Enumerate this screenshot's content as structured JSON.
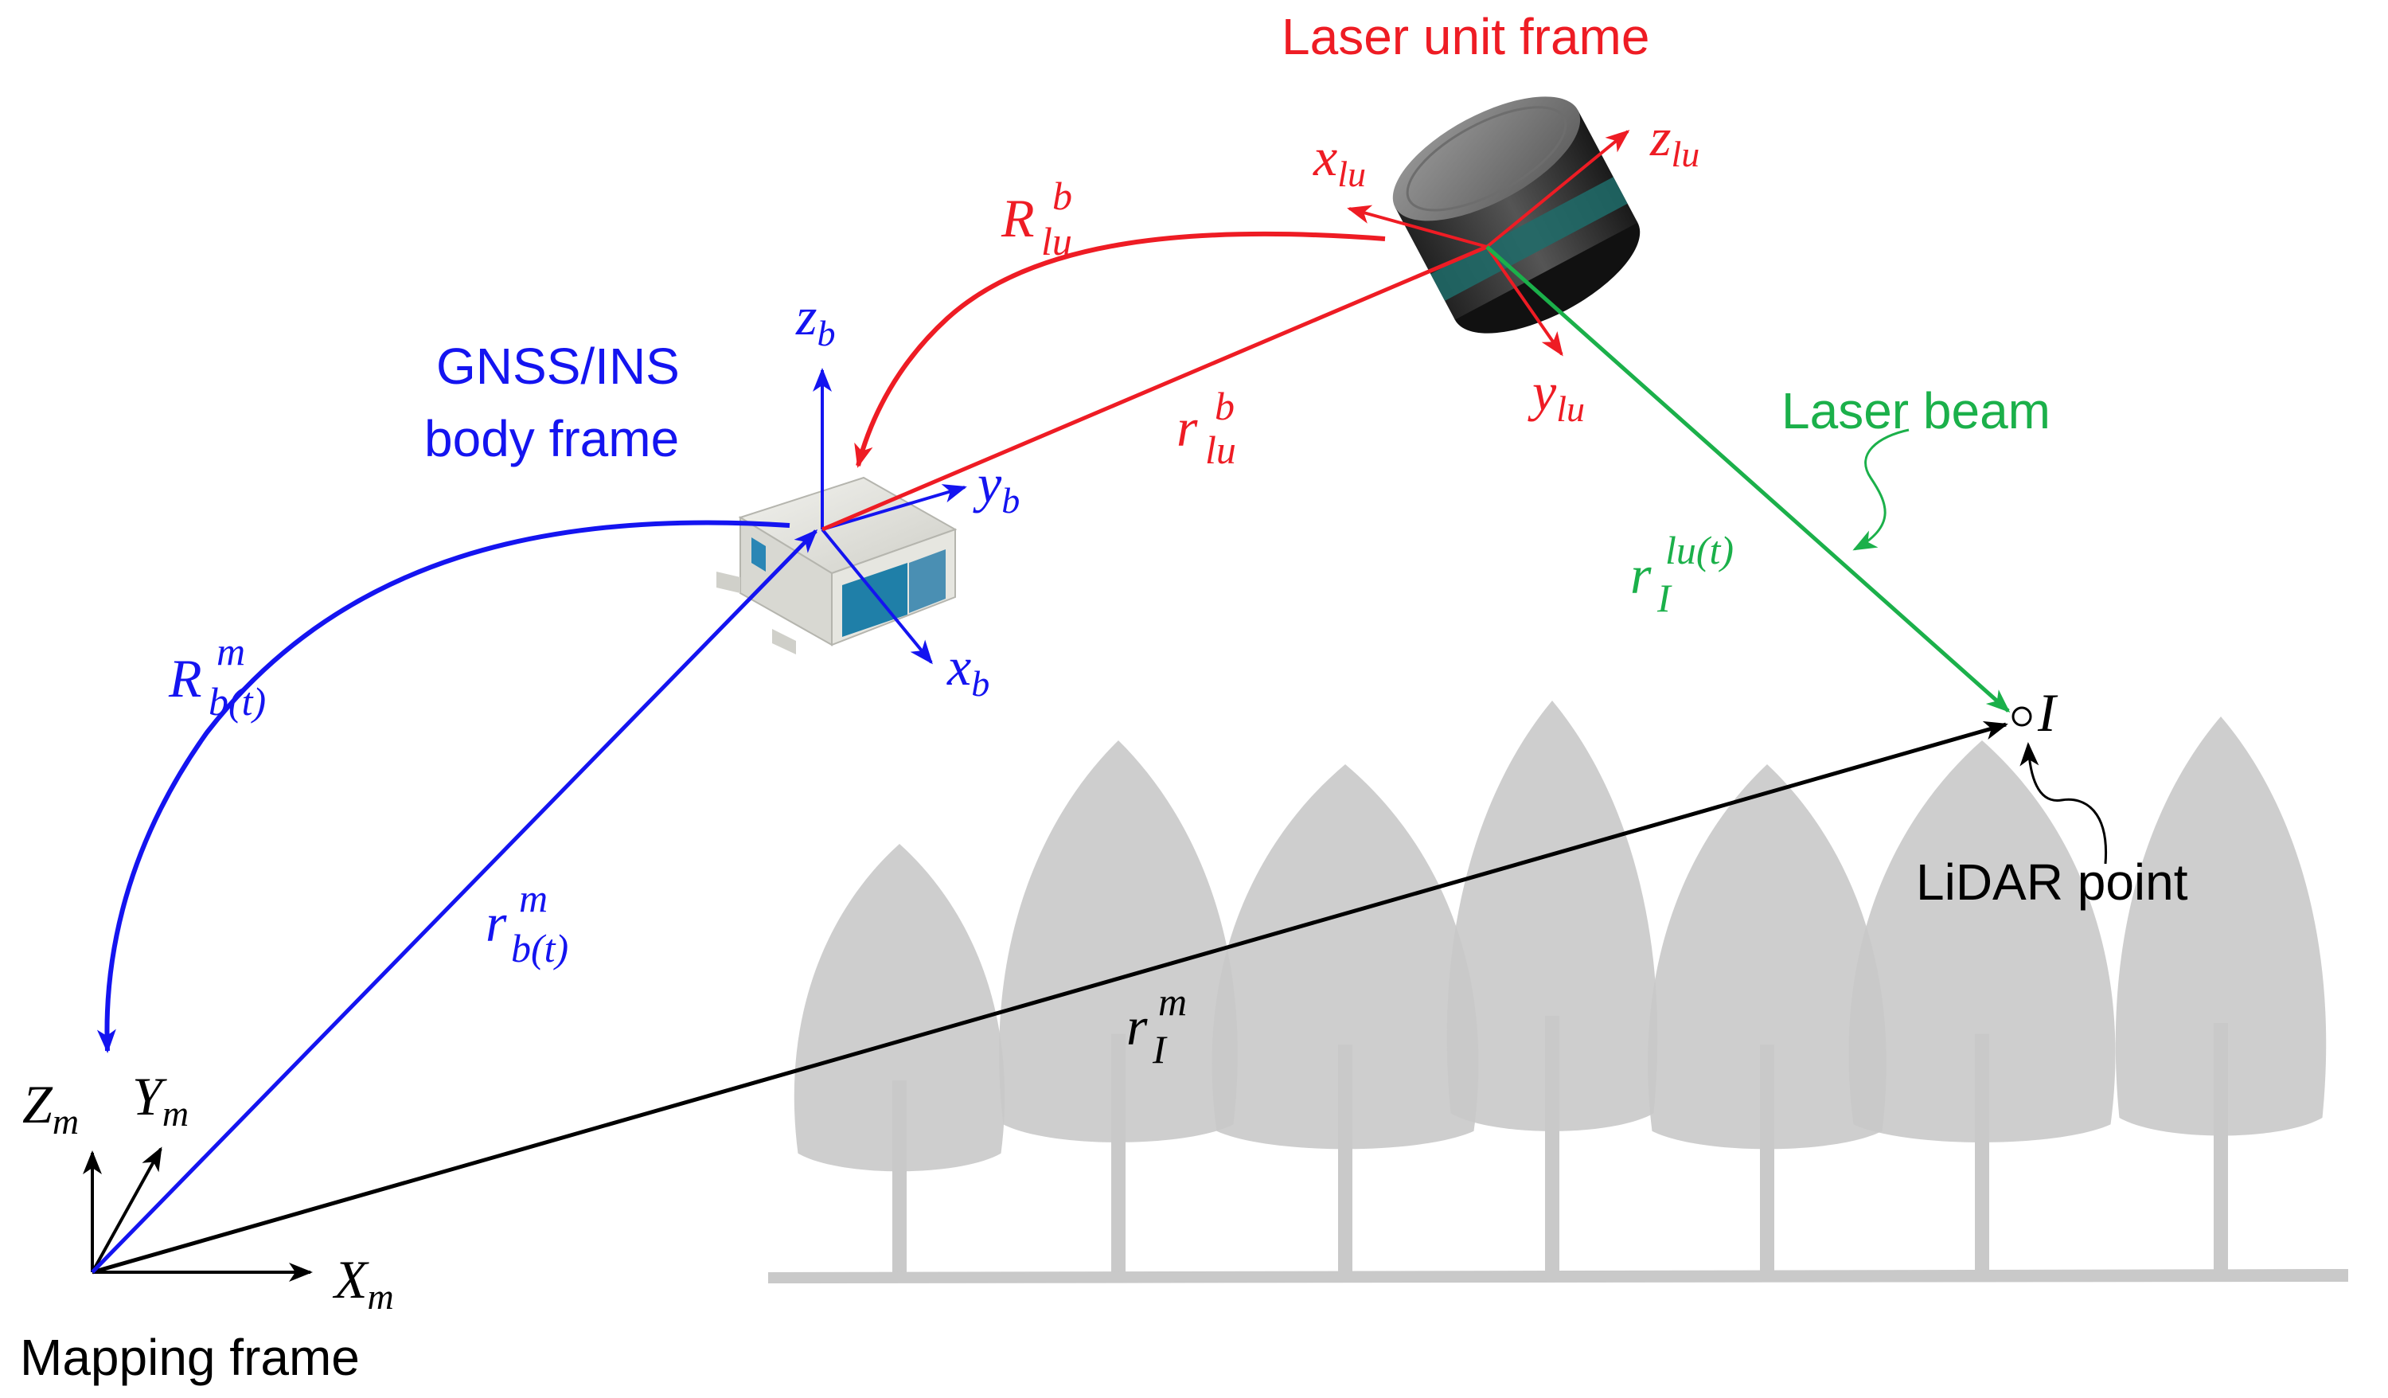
{
  "colors": {
    "red": "#ee1c24",
    "blue": "#1414f0",
    "green": "#1bb04a",
    "black": "#000000",
    "tree_gray": "#c8c8c8"
  },
  "labels": {
    "laser_unit_frame": "Laser unit frame",
    "gnss_line1": "GNSS/INS",
    "gnss_line2": "body frame",
    "laser_beam": "Laser beam",
    "lidar_point": "LiDAR point",
    "mapping_frame": "Mapping frame"
  },
  "symbols": {
    "z_lu": {
      "base": "z",
      "sub": "lu",
      "sup": ""
    },
    "x_lu": {
      "base": "x",
      "sub": "lu",
      "sup": ""
    },
    "y_lu": {
      "base": "y",
      "sub": "lu",
      "sup": ""
    },
    "R_lu_b": {
      "base": "R",
      "sub": "lu",
      "sup": "b"
    },
    "r_lu_b": {
      "base": "r",
      "sub": "lu",
      "sup": "b"
    },
    "z_b": {
      "base": "z",
      "sub": "b",
      "sup": ""
    },
    "y_b": {
      "base": "y",
      "sub": "b",
      "sup": ""
    },
    "x_b": {
      "base": "x",
      "sub": "b",
      "sup": ""
    },
    "R_bt_m": {
      "base": "R",
      "sub": "b(t)",
      "sup": "m"
    },
    "r_bt_m": {
      "base": "r",
      "sub": "b(t)",
      "sup": "m"
    },
    "r_I_lut": {
      "base": "r",
      "sub": "I",
      "sup": "lu(t)"
    },
    "r_I_m": {
      "base": "r",
      "sub": "I",
      "sup": "m"
    },
    "point_I": {
      "base": "I",
      "sub": "",
      "sup": ""
    },
    "Z_m": {
      "base": "Z",
      "sub": "m",
      "sup": ""
    },
    "Y_m": {
      "base": "Y",
      "sub": "m",
      "sup": ""
    },
    "X_m": {
      "base": "X",
      "sub": "m",
      "sup": ""
    }
  },
  "icons": {
    "lidar_sensor": "lidar-sensor-icon",
    "gnss_ins_unit": "gnss-ins-unit-icon",
    "trees": "tree-silhouette-icon"
  }
}
